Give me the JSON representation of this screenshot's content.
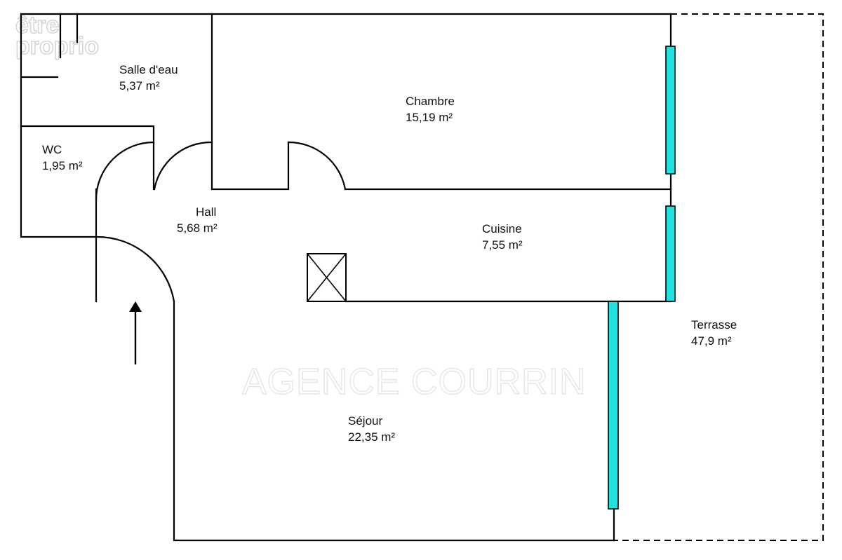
{
  "branding": {
    "logo": {
      "line1": "être",
      "line2": "proprio"
    },
    "watermark": "AGENCE COURRIN"
  },
  "colors": {
    "wall": "#000000",
    "window": "#22e0e0",
    "background": "#ffffff"
  },
  "rooms": [
    {
      "id": "salle-d-eau",
      "name": "Salle d'eau",
      "area": "5,37  m²"
    },
    {
      "id": "chambre",
      "name": "Chambre",
      "area": "15,19  m²"
    },
    {
      "id": "wc",
      "name": "WC",
      "area": "1,95  m²"
    },
    {
      "id": "hall",
      "name": "Hall",
      "area": "5,68  m²"
    },
    {
      "id": "cuisine",
      "name": "Cuisine",
      "area": "7,55  m²"
    },
    {
      "id": "terrasse",
      "name": "Terrasse",
      "area": "47,9  m²"
    },
    {
      "id": "sejour",
      "name": "Séjour",
      "area": "22,35  m²"
    }
  ],
  "icons": {
    "entrance": "entrance-arrow-icon",
    "duct": "ventilation-duct-icon"
  }
}
